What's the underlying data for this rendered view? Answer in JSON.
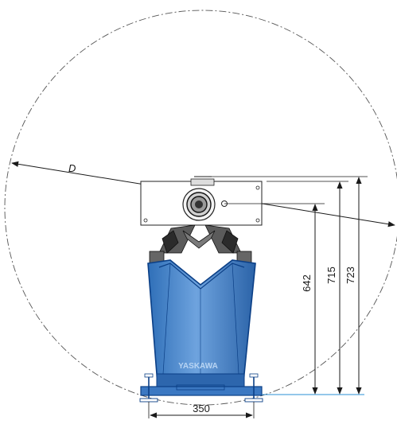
{
  "diagram": {
    "radius_label": "D",
    "dimensions": {
      "base_width": "350",
      "height_a": "642",
      "height_b": "715",
      "height_c": "723"
    },
    "brand_text": "YASKAWA",
    "colors": {
      "line": "#1a1a1a",
      "dash_circle": "#555555",
      "body_fill": "#3d7dc4",
      "body_stroke": "#0b3f86",
      "baseline": "#2a8fd6"
    }
  }
}
